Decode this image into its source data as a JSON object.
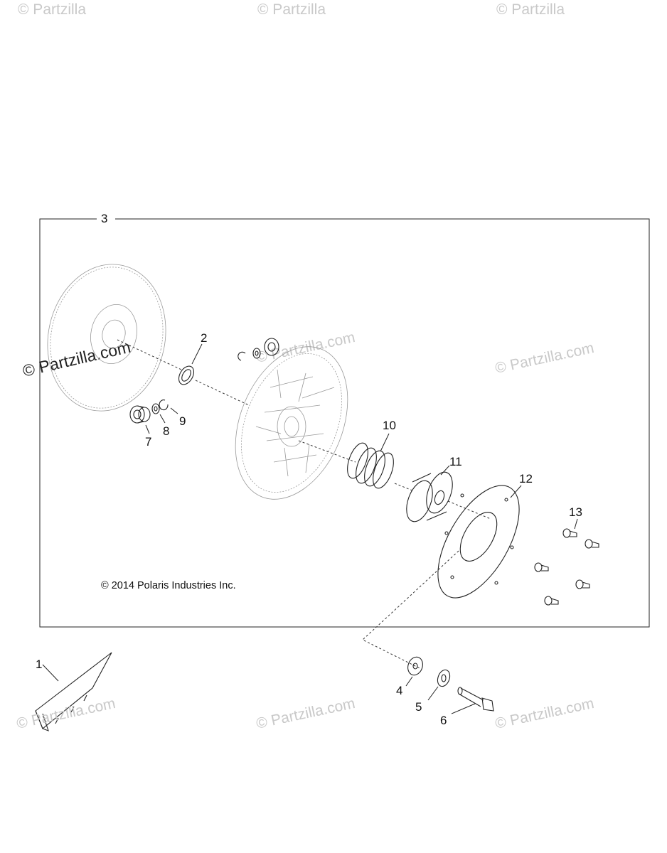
{
  "watermarks": {
    "brand_text": "© Partzilla.com",
    "top_fragment": "© Partzilla"
  },
  "copyright": "© 2014 Polaris Industries Inc.",
  "callouts": {
    "c1": "1",
    "c2": "2",
    "c3": "3",
    "c4": "4",
    "c5": "5",
    "c6": "6",
    "c7": "7",
    "c8": "8",
    "c9": "9",
    "c10": "10",
    "c11": "11",
    "c12": "12",
    "c13": "13"
  },
  "colors": {
    "line": "#222222",
    "watermark": "#c9c9c9",
    "background": "#ffffff"
  }
}
